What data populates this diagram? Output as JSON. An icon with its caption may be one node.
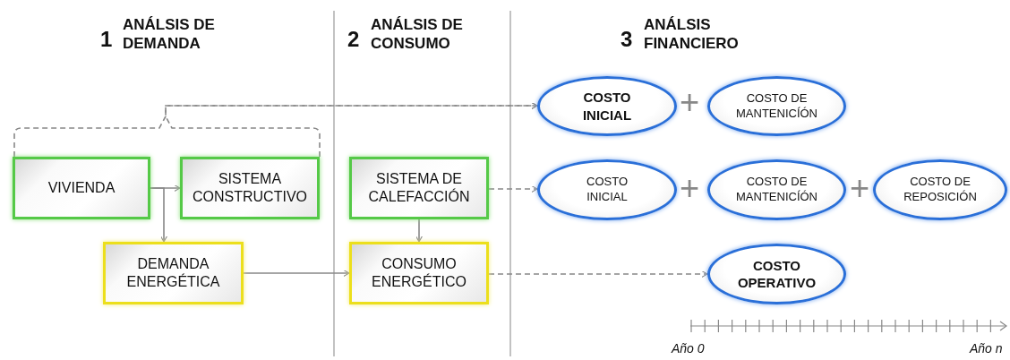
{
  "diagram": {
    "nodes": [
      {
        "text": [
          "VIVIENDA"
        ]
      },
      {
        "text": [
          "SISTEMA CONSTRUCTIVO"
        ]
      },
      {
        "text": [
          "DEMANDA ENERGÉTICA"
        ]
      },
      {
        "text": [
          "SISTEMA DE CALEFACCIÓN"
        ]
      },
      {
        "text": [
          "CONSUMO ENERGÉTICO"
        ]
      },
      {
        "text": [
          "COSTO INICIAL"
        ]
      },
      {
        "text": [
          "COSTO DE MANTENICÍÓN"
        ]
      },
      {
        "text": [
          "COSTO INICIAL"
        ]
      },
      {
        "text": [
          "COSTO DE MANTENICÍÓN"
        ]
      },
      {
        "text": [
          "COSTO DE REPOSICIÓN"
        ]
      },
      {
        "text": [
          "COSTO OPERATIVO"
        ]
      }
    ],
    "edges": [
      {
        "from": 0,
        "to": 1,
        "arrow": "to"
      },
      {
        "from": 0,
        "to": 2,
        "arrow": "to"
      },
      {
        "from": 3,
        "to": 4,
        "arrow": "to"
      },
      {
        "from": 2,
        "to": 4,
        "arrow": "to"
      },
      {
        "from": 0,
        "to": 5,
        "arrow": "to",
        "style": "dashed"
      },
      {
        "from": 1,
        "to": 5,
        "arrow": "to",
        "style": "dashed"
      },
      {
        "from": 3,
        "to": 7,
        "arrow": "to",
        "style": "dashed"
      },
      {
        "from": 4,
        "to": 10,
        "arrow": "to",
        "style": "dashed"
      }
    ],
    "labels": [
      "1",
      "ANÁLSIS DE DEMANDA",
      "2",
      "ANÁLSIS DE CONSUMO",
      "3",
      "ANÁLSIS FINANCIERO",
      "+",
      "+",
      "+",
      "Año 0",
      "Año n"
    ]
  }
}
